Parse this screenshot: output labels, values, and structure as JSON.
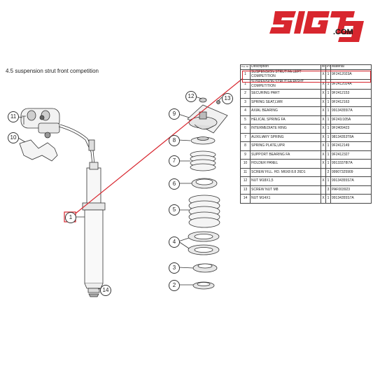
{
  "brand": {
    "logo_text": "SIGT3",
    "domain": ".COM"
  },
  "section_title": "4.5  suspension strut front competition",
  "table": {
    "headers": [
      "Pos.-Nr.",
      "Description",
      "M",
      "Pc",
      "Material"
    ],
    "rows": [
      {
        "pos": "1",
        "desc": "SUSPENSION STRUT FA LEFT COMPETITION",
        "m": "X",
        "pc": "1",
        "material": "9F2412023A"
      },
      {
        "pos": "1",
        "desc": "SUSPENSION STRUT FA RIGHT COMPETITION",
        "m": "X",
        "pc": "1",
        "material": "9F2412024A"
      },
      {
        "pos": "2",
        "desc": "SECURING PART",
        "m": "X",
        "pc": "1",
        "material": "9F2412153"
      },
      {
        "pos": "3",
        "desc": "SPRING SEAT,LWR",
        "m": "X",
        "pc": "1",
        "material": "9F2412163"
      },
      {
        "pos": "4",
        "desc": "AXIAL BEARING",
        "m": "X",
        "pc": "1",
        "material": "99134355I7A"
      },
      {
        "pos": "5",
        "desc": "HELICAL SPRING FA",
        "m": "X",
        "pc": "1",
        "material": "9F241I105A"
      },
      {
        "pos": "6",
        "desc": "INTERMEDIATE RING",
        "m": "X",
        "pc": "1",
        "material": "9F2409423"
      },
      {
        "pos": "7",
        "desc": "AUXILIARY SPRING",
        "m": "X",
        "pc": "1",
        "material": "98134353T8A"
      },
      {
        "pos": "8",
        "desc": "SPRING PLATE,UPR",
        "m": "X",
        "pc": "1",
        "material": "9F2412149"
      },
      {
        "pos": "9",
        "desc": "SUPPORT BEARING FA",
        "m": "X",
        "pc": "1",
        "material": "9F2412327"
      },
      {
        "pos": "10",
        "desc": "HOLDER PANEL",
        "m": "X",
        "pc": "1",
        "material": "99133378I7A"
      },
      {
        "pos": "11",
        "desc": "SCREW FILL. HD. M6X8 8.8 26D1",
        "m": "",
        "pc": "2",
        "material": "99907325909"
      },
      {
        "pos": "12",
        "desc": "NUT M18X1,5",
        "m": "X",
        "pc": "1",
        "material": "99134355S7A"
      },
      {
        "pos": "13",
        "desc": "SCREW NUT M8",
        "m": "",
        "pc": "3",
        "material": "PAF003923"
      },
      {
        "pos": "14",
        "desc": "NUT M14X1",
        "m": "X",
        "pc": "1",
        "material": "99134355S7A"
      }
    ]
  },
  "callouts": [
    "1",
    "2",
    "3",
    "4",
    "5",
    "6",
    "7",
    "8",
    "9",
    "10",
    "11",
    "12",
    "13",
    "14"
  ],
  "colors": {
    "highlight": "#d8262e",
    "logo": "#d8262e",
    "line": "#333333"
  }
}
